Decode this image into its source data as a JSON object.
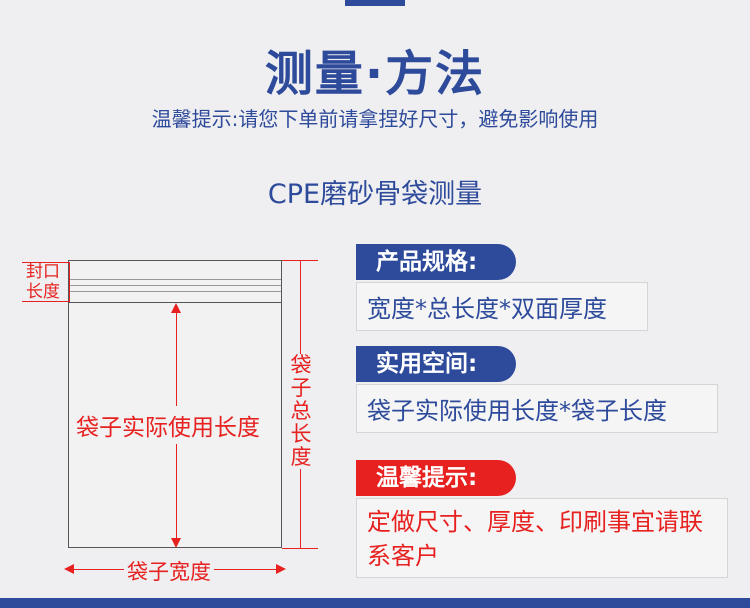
{
  "header": {
    "title": "测量·方法",
    "subtitle": "温馨提示:请您下单前请拿捏好尺寸，避免影响使用"
  },
  "section": {
    "title": "CPE磨砂骨袋测量"
  },
  "diagram": {
    "seal_label": "封口长度",
    "inner_length_label": "袋子实际使用长度",
    "total_length_label": "袋子总长度",
    "width_label": "袋子宽度"
  },
  "specs": {
    "tag": "产品规格:",
    "text": "宽度*总长度*双面厚度"
  },
  "space": {
    "tag": "实用空间:",
    "text": "袋子实际使用长度*袋子长度"
  },
  "tips": {
    "tag": "温馨提示:",
    "text": "定做尺寸、厚度、印刷事宜请联系客户"
  },
  "colors": {
    "brand_blue": "#2d4a9b",
    "accent_red": "#e6211f"
  }
}
